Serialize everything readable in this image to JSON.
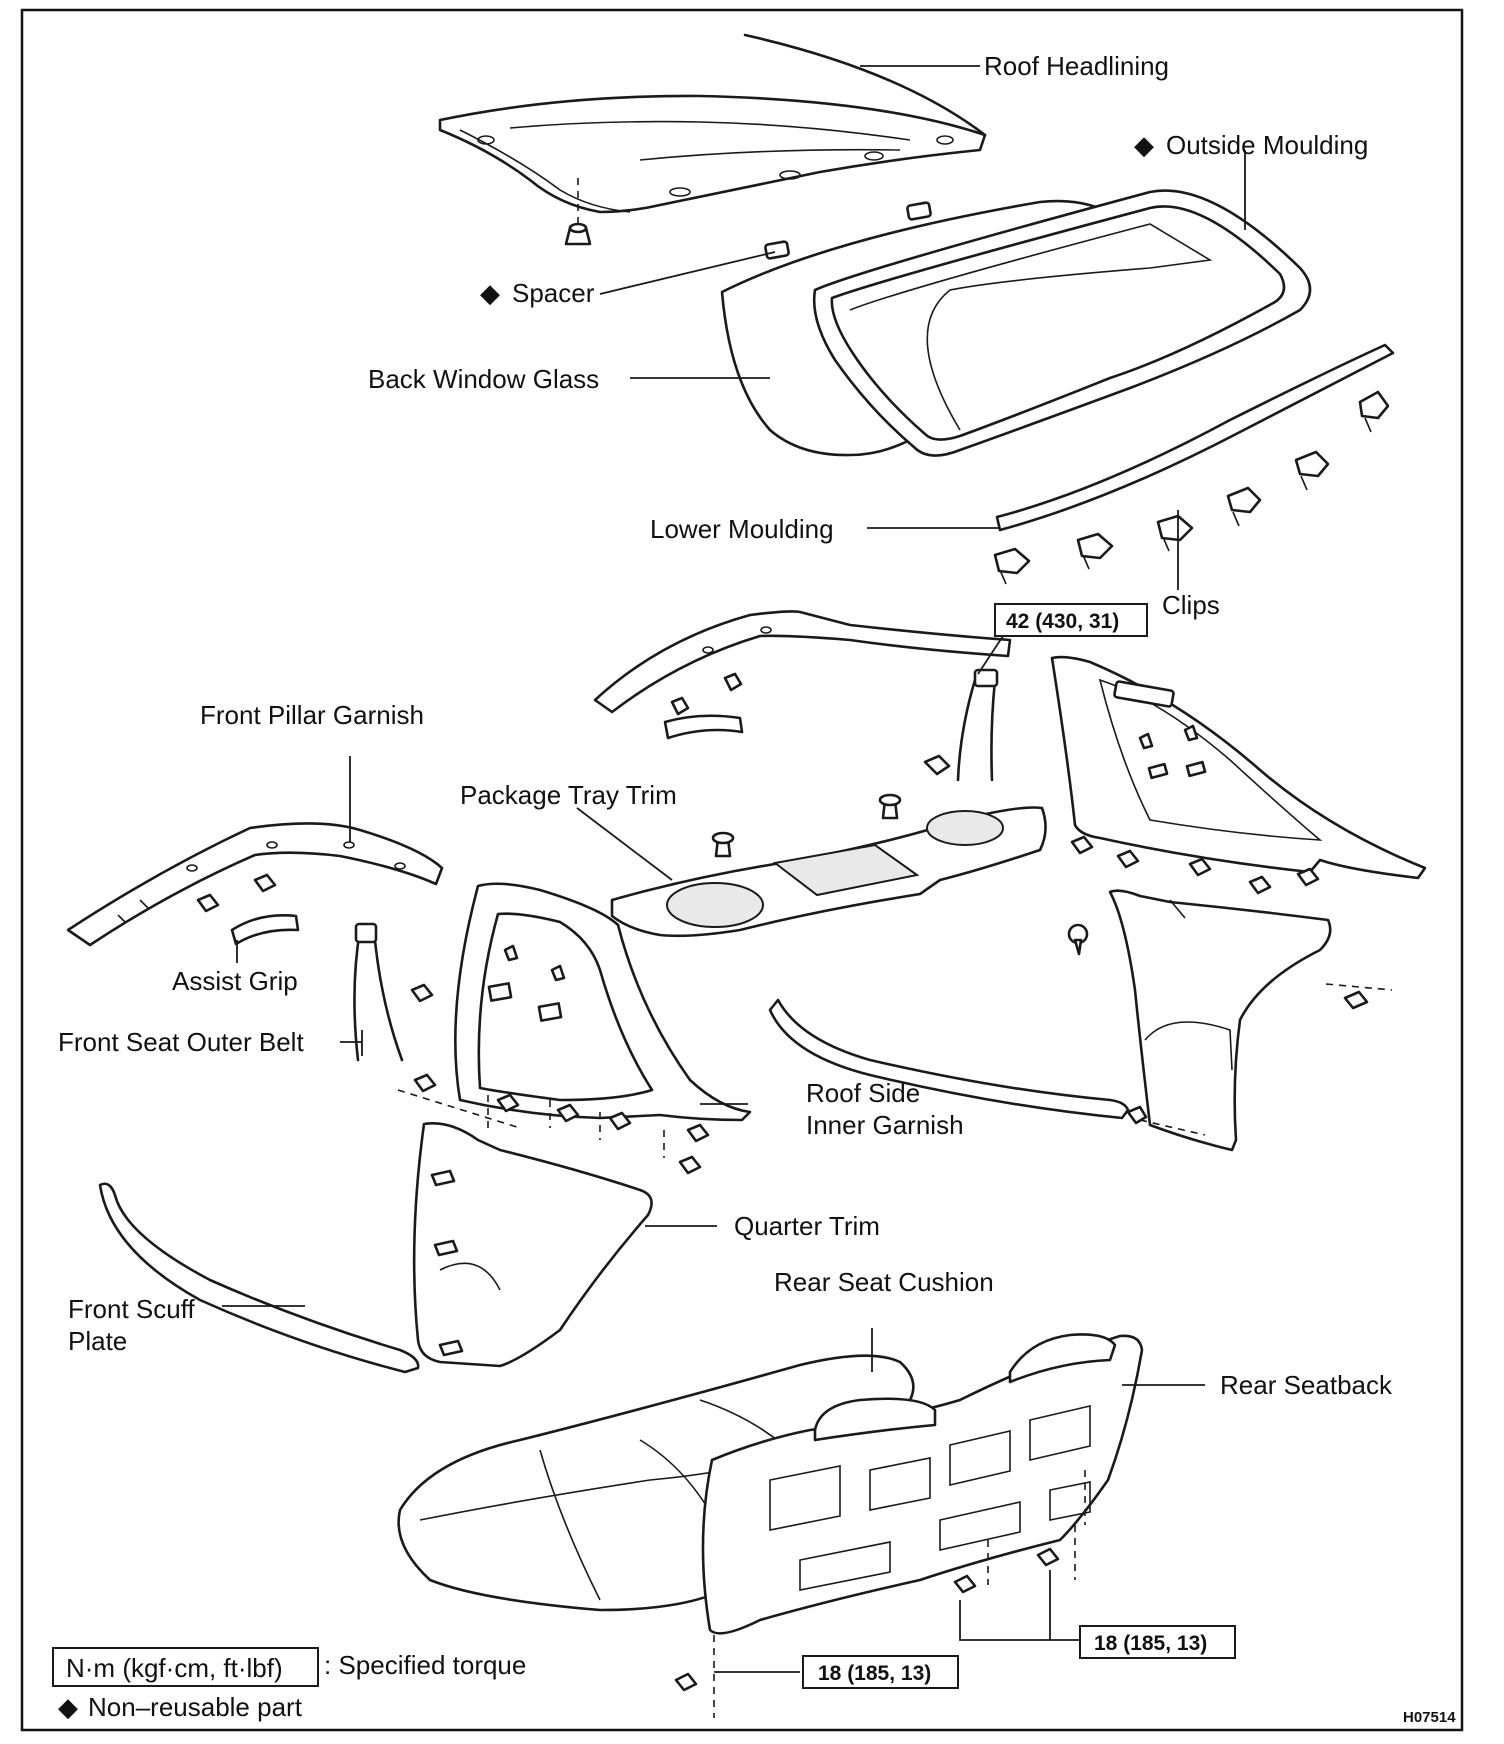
{
  "labels": {
    "roof_headlining": "Roof Headlining",
    "outside_moulding": "Outside Moulding",
    "spacer": "Spacer",
    "back_window_glass": "Back Window Glass",
    "lower_moulding": "Lower Moulding",
    "clips": "Clips",
    "front_pillar_garnish": "Front Pillar Garnish",
    "package_tray_trim": "Package Tray Trim",
    "assist_grip": "Assist Grip",
    "front_seat_outer_belt": "Front Seat Outer Belt",
    "roof_side_inner_garnish_line1": "Roof Side",
    "roof_side_inner_garnish_line2": "Inner Garnish",
    "quarter_trim": "Quarter Trim",
    "rear_seat_cushion": "Rear Seat Cushion",
    "front_scuff_plate_line1": "Front Scuff",
    "front_scuff_plate_line2": "Plate",
    "rear_seatback": "Rear Seatback"
  },
  "symbols": {
    "non_reusable": "◆"
  },
  "torques": {
    "belt_anchor": "42 (430, 31)",
    "seatback_bolts": "18 (185, 13)",
    "seat_lower_bolt": "18 (185, 13)"
  },
  "legend": {
    "torque_unit": "N·m (kgf·cm, ft·lbf)",
    "torque_desc": ": Specified torque",
    "non_reusable_desc": "Non–reusable part"
  },
  "figure_code": "H07514"
}
